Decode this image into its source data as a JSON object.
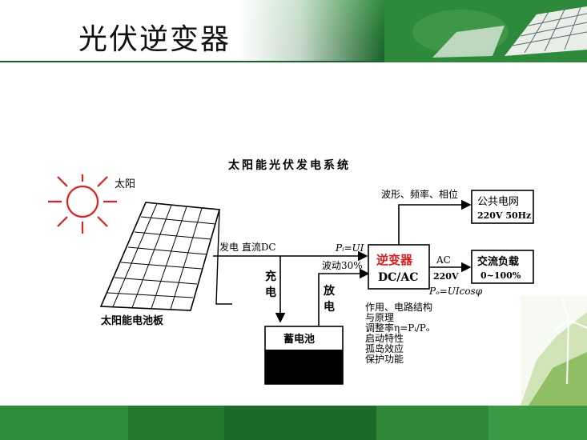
{
  "slide": {
    "title": "光伏逆变器"
  },
  "diagram": {
    "heading": "太阳能光伏发电系统",
    "sun_label": "太阳",
    "panel_label": "太阳能电池板",
    "dc_line_label": "发电 直流DC",
    "pi_formula": "Pᵢ=UI",
    "ripple_label": "波动30%",
    "charge_label": [
      "充",
      "电"
    ],
    "discharge_label": [
      "放",
      "电"
    ],
    "battery_label": "蓄电池",
    "inverter_title": "逆变器",
    "inverter_sub": "DC/AC",
    "grid_top_label": "波形、频率、相位",
    "grid_box": {
      "line1": "公共电网",
      "line2": "220V 50Hz"
    },
    "ac_label": "AC",
    "ac_voltage": "220V",
    "load_box": {
      "line1": "交流负载",
      "line2": "0~100%"
    },
    "po_formula": "Pₒ=UIcosφ",
    "notes": [
      "作用、电路结构",
      "与原理",
      "调整率η=Pᵢ/Pₒ",
      "启动特性",
      "孤岛效应",
      "保护功能"
    ]
  },
  "colors": {
    "band_green": "#1f6e2c",
    "sun_red": "#e02020",
    "inverter_red": "#e01818",
    "line": "#000000"
  }
}
